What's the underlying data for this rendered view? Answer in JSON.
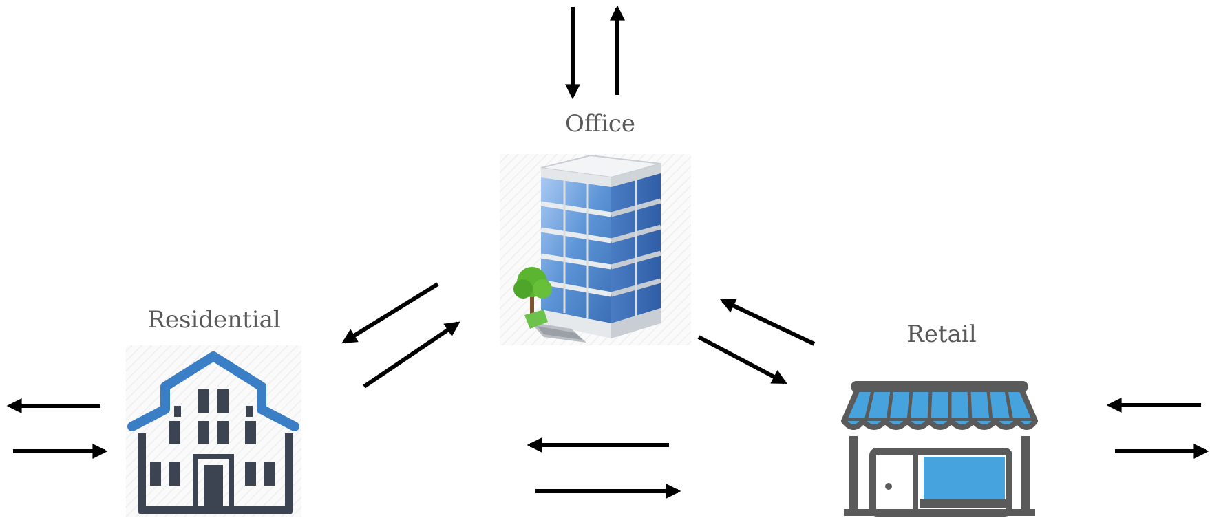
{
  "nodes": {
    "office": {
      "label": "Office",
      "icon": "office-building-icon"
    },
    "residential": {
      "label": "Residential",
      "icon": "residential-house-icon"
    },
    "retail": {
      "label": "Retail",
      "icon": "retail-store-icon"
    }
  },
  "edges": [
    {
      "from": "office",
      "to": "external",
      "direction": "out"
    },
    {
      "from": "external",
      "to": "office",
      "direction": "in"
    },
    {
      "from": "office",
      "to": "residential"
    },
    {
      "from": "residential",
      "to": "office"
    },
    {
      "from": "office",
      "to": "retail"
    },
    {
      "from": "retail",
      "to": "office"
    },
    {
      "from": "residential",
      "to": "retail"
    },
    {
      "from": "retail",
      "to": "residential"
    },
    {
      "from": "residential",
      "to": "external"
    },
    {
      "from": "external",
      "to": "residential"
    },
    {
      "from": "retail",
      "to": "external"
    },
    {
      "from": "external",
      "to": "retail"
    }
  ],
  "colors": {
    "label_text": "#595959",
    "arrow": "#000000",
    "residential_roof": "#3a7ec6",
    "residential_body": "#3b4450",
    "retail_awning": "#47a3dd",
    "retail_frame": "#5a5a5a",
    "office_glass": "#5b93d6"
  }
}
